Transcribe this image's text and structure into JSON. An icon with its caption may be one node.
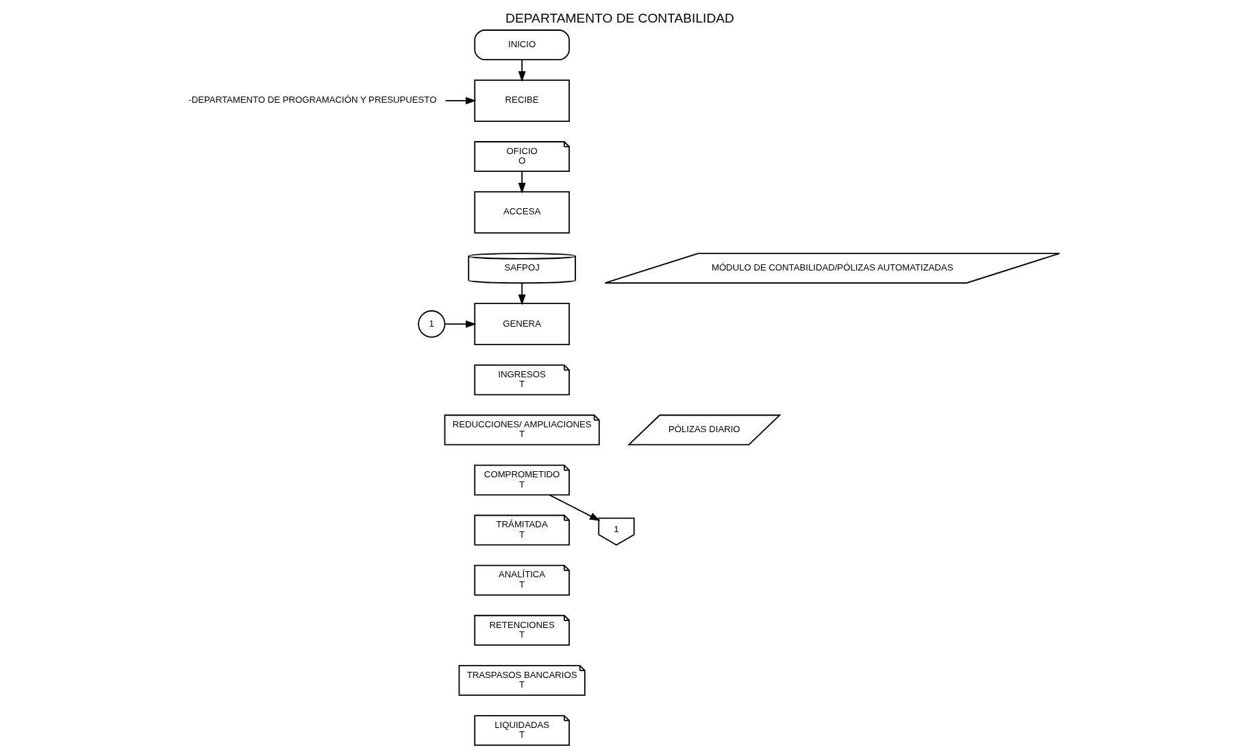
{
  "diagram": {
    "title": "DEPARTAMENTO DE CONTABILIDAD",
    "nodes": [
      {
        "text": [
          "INICIO"
        ]
      },
      {
        "text": [
          "-DEPARTAMENTO DE PROGRAMACIÓN Y PRESUPUESTO"
        ]
      },
      {
        "text": [
          "RECIBE"
        ]
      },
      {
        "text": [
          "OFICIO",
          "O"
        ]
      },
      {
        "text": [
          "ACCESA"
        ]
      },
      {
        "text": [
          "SAFPOJ"
        ]
      },
      {
        "text": [
          "MÓDULO DE CONTABILIDAD/PÓLIZAS AUTOMATIZADAS"
        ]
      },
      {
        "text": [
          "GENERA"
        ]
      },
      {
        "text": [
          "1"
        ]
      },
      {
        "text": [
          "INGRESOS",
          "T"
        ]
      },
      {
        "text": [
          "REDUCCIONES/ AMPLIACIONES",
          "T"
        ]
      },
      {
        "text": [
          "PÓLIZAS DIARIO"
        ]
      },
      {
        "text": [
          "COMPROMETIDO",
          "T"
        ]
      },
      {
        "text": [
          "TRÁMITADA",
          "T"
        ]
      },
      {
        "text": [
          "ANALÍTICA",
          "T"
        ]
      },
      {
        "text": [
          "RETENCIONES",
          "T"
        ]
      },
      {
        "text": [
          "TRASPASOS BANCARIOS",
          "T"
        ]
      },
      {
        "text": [
          "LIQUIDADAS",
          "T"
        ]
      },
      {
        "text": [
          "1"
        ]
      }
    ],
    "edges": [
      {
        "from": 0,
        "to": 2,
        "arrow": "to"
      },
      {
        "from": 1,
        "to": 2,
        "arrow": "to"
      },
      {
        "from": 3,
        "to": 4,
        "arrow": "to"
      },
      {
        "from": 5,
        "to": 7,
        "arrow": "to"
      },
      {
        "from": 8,
        "to": 7,
        "arrow": "to"
      },
      {
        "from": 12,
        "to": 18,
        "arrow": "to"
      }
    ]
  }
}
